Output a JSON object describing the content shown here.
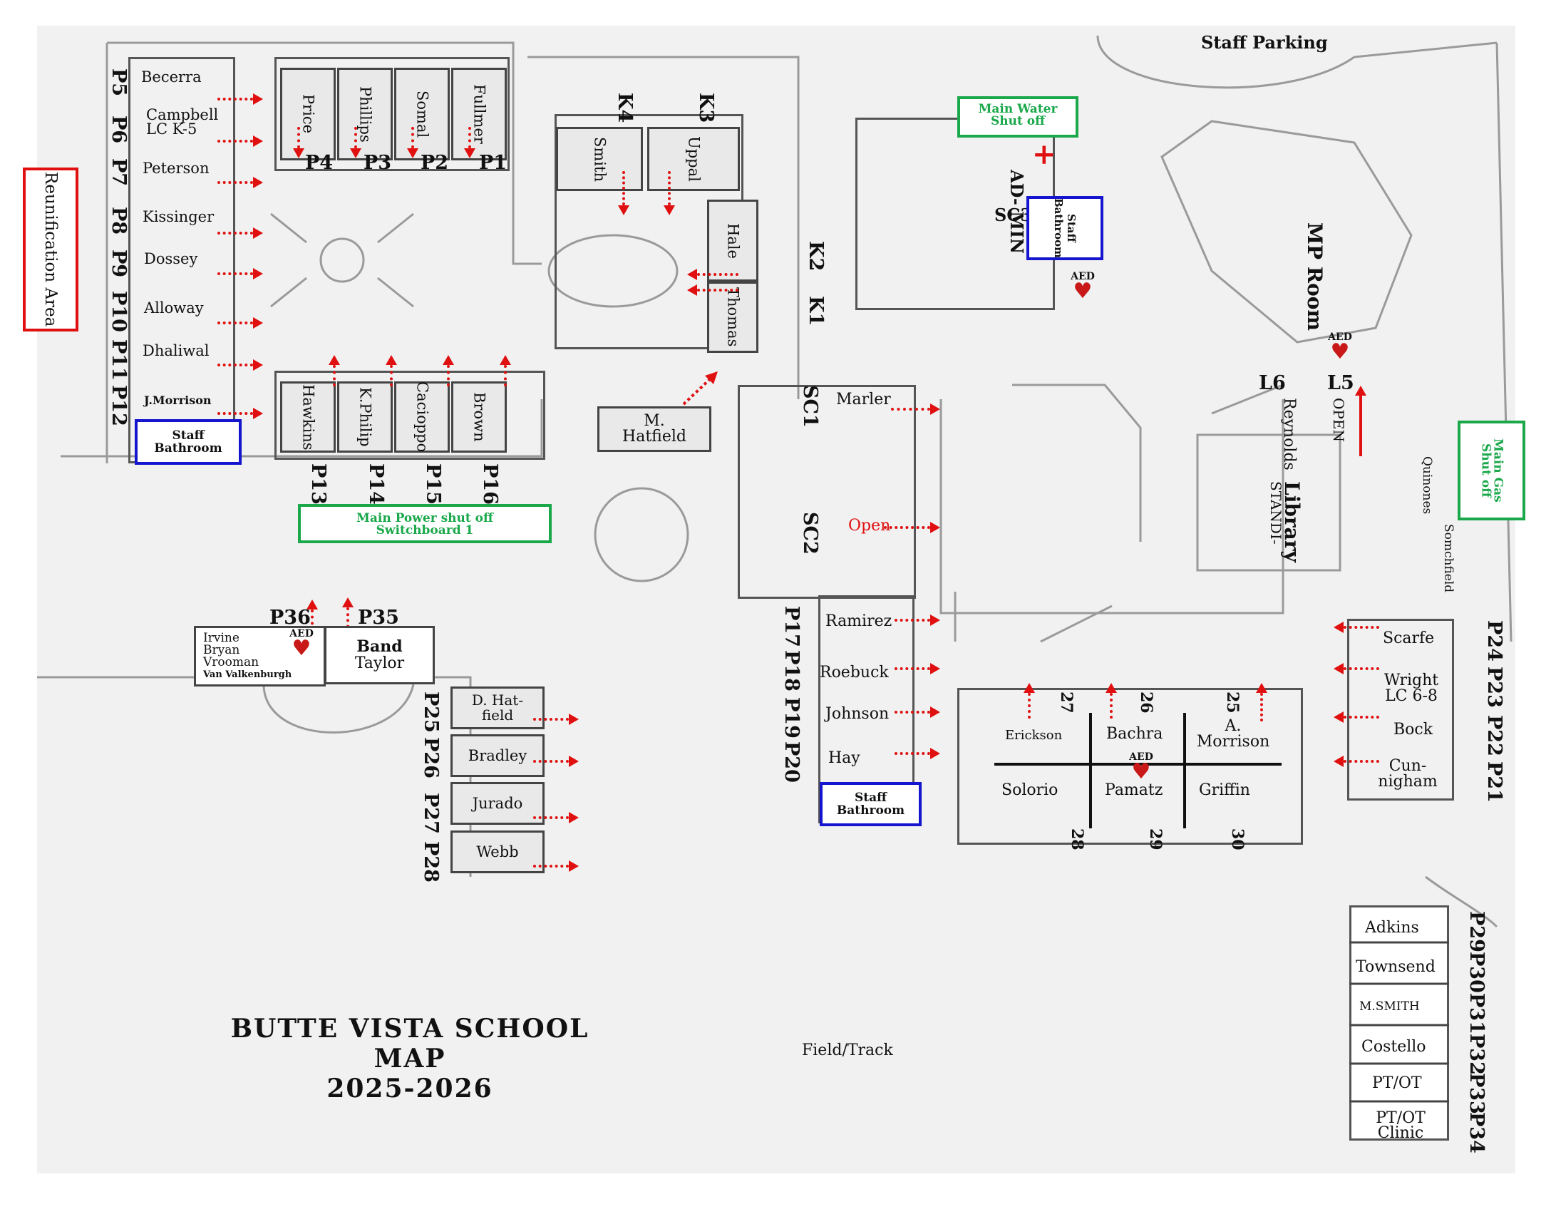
{
  "title_lines": [
    "BUTTE VISTA SCHOOL",
    "MAP",
    "2025-2026"
  ],
  "staff_parking": "Staff Parking",
  "field_track": "Field/Track",
  "reunification": "Reunification Area",
  "main_water": "Main Water Shut off",
  "main_power": "Main Power shut off Switchboard 1",
  "main_gas": "Main Gas Shut off",
  "staff_bathroom": "Staff Bathroom",
  "aed": "AED",
  "rooms": {
    "becerra": "Becerra",
    "campbell": "Campbell LC K-5",
    "peterson": "Peterson",
    "kissinger": "Kissinger",
    "dossey": "Dossey",
    "alloway": "Alloway",
    "dhaliwal": "Dhaliwal",
    "jmorrison": "J.Morrison",
    "price": "Price",
    "phillips": "Phillips",
    "somal": "Somal",
    "fullmer": "Fullmer",
    "hawkins": "Hawkins",
    "kphilip": "K.Philip",
    "cacioppo": "Cacioppo",
    "brown": "Brown",
    "smith": "Smith",
    "uppal": "Uppal",
    "hale": "Hale",
    "thomas": "Thomas",
    "mhatfield": "M. Hatfield",
    "marler": "Marler",
    "open1": "Open",
    "ramirez": "Ramirez",
    "roebuck": "Roebuck",
    "johnson": "Johnson",
    "hay": "Hay",
    "irvine": "Irvine",
    "bryan": "Bryan",
    "vrooman": "Vrooman",
    "vanvalkenburgh": "Van Valkenburgh",
    "band": "Band",
    "taylor": "Taylor",
    "dhatfield": "D. Hat- field",
    "bradley": "Bradley",
    "jurado": "Jurado",
    "webb": "Webb",
    "erickson": "Erickson",
    "bachra": "Bachra",
    "amorrison": "A. Morrison",
    "solorio": "Solorio",
    "pamatz": "Pamatz",
    "griffin": "Griffin",
    "scarfe": "Scarfe",
    "wright": "Wright LC 6-8",
    "bock": "Bock",
    "cunnigham": "Cun- nigham",
    "mproom": "MP Room",
    "library": "Library",
    "standi": "STANDI-",
    "reynolds": "Reynolds",
    "open2": "OPEN",
    "quinones": "Quinones",
    "somchfield": "Somchfield",
    "adkins": "Adkins",
    "townsend": "Townsend",
    "msmith": "M.SMITH",
    "costello": "Costello",
    "ptot": "PT/OT",
    "ptotclinic": "PT/OT Clinic",
    "admin": "AD- MIN",
    "sc3": "SC3"
  },
  "codes": {
    "p1": "P1",
    "p2": "P2",
    "p3": "P3",
    "p4": "P4",
    "p5": "P5",
    "p6": "P6",
    "p7": "P7",
    "p8": "P8",
    "p9": "P9",
    "p10": "P10",
    "p11": "P11",
    "p12": "P12",
    "p13": "P13",
    "p14": "P14",
    "p15": "P15",
    "p16": "P16",
    "p17": "P17",
    "p18": "P18",
    "p19": "P19",
    "p20": "P20",
    "p21": "P21",
    "p22": "P22",
    "p23": "P23",
    "p24": "P24",
    "p25": "P25",
    "p26": "P26",
    "p27": "P27",
    "p28": "P28",
    "p29": "P29",
    "p30": "P30",
    "p31": "P31",
    "p32": "P32",
    "p33": "P33",
    "p34": "P34",
    "p35": "P35",
    "p36": "P36",
    "k1": "K1",
    "k2": "K2",
    "k3": "K3",
    "k4": "K4",
    "sc1": "SC1",
    "sc2": "SC2",
    "l5": "L5",
    "l6": "L6",
    "n25": "25",
    "n26": "26",
    "n27": "27",
    "n28": "28",
    "n29": "29",
    "n30": "30"
  },
  "colors": {
    "exit_arrow": "#e01010",
    "shutoff": "#1aa84a",
    "bathroom": "#1515d0",
    "reunification": "#e01010"
  }
}
